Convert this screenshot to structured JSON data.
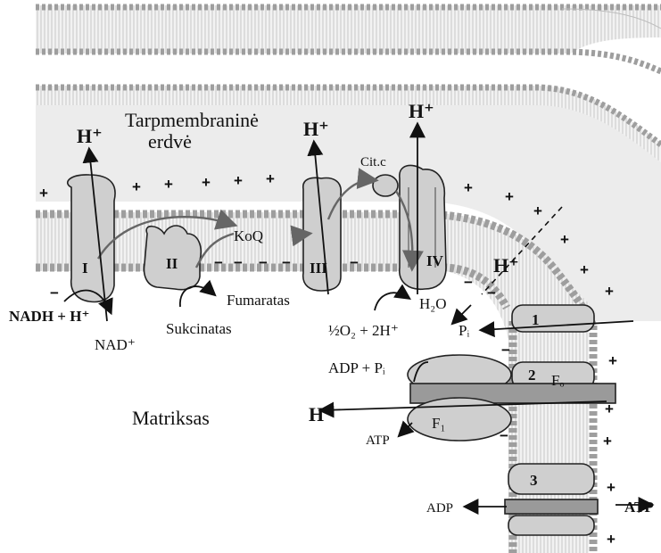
{
  "labels": {
    "intermembrane_space": [
      "Tarpmembraninė",
      "erdvė"
    ],
    "matrix": "Matriksas",
    "complex_I": "I",
    "complex_II": "II",
    "complex_III": "III",
    "complex_IV": "IV",
    "coenzyme_q": "KoQ",
    "cytochrome_c": "Cit.c",
    "nadh": "NADH + H⁺",
    "nad": "NAD⁺",
    "succinate": "Sukcinatas",
    "fumarate": "Fumaratas",
    "oxygen": "½O₂ + 2H⁺",
    "water": "H₂O",
    "proton": "H⁺",
    "phosphate": "Pᵢ",
    "adp_pi": "ADP + Pᵢ",
    "atp": "ATP",
    "adp": "ADP",
    "f0": "Fₒ",
    "f1": "F₁",
    "step_1": "1",
    "step_2": "2",
    "step_3": "3",
    "plus": "+",
    "minus": "−"
  },
  "colors": {
    "membrane_head": "#9e9e9e",
    "membrane_band": "#e9e9e9",
    "intermembrane": "#eeeeee",
    "protein": "#cfcfcf",
    "protein_dark": "#9a9a9a",
    "flow_arrow": "#666666"
  }
}
